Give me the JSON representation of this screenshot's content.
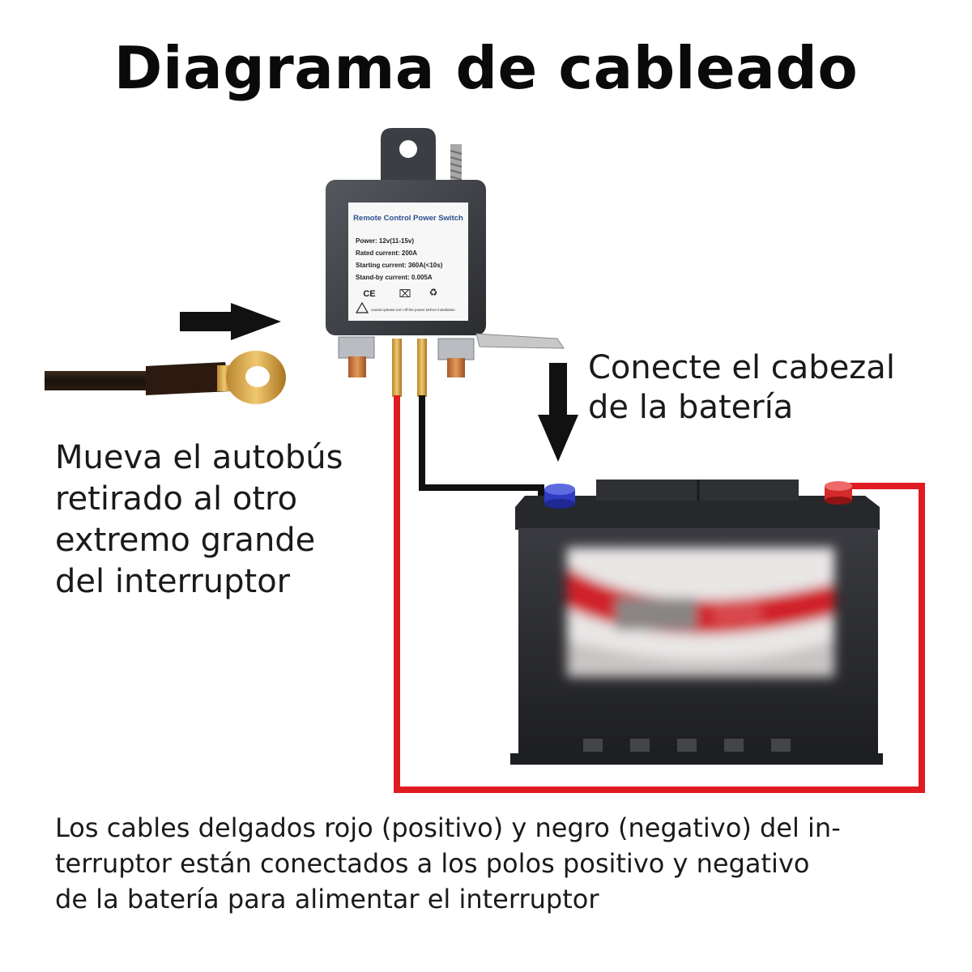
{
  "title": "Diagrama de cableado",
  "switch_label": {
    "heading": "Remote Control Power Switch",
    "specs": [
      "Power: 12v(11-15v)",
      "Rated current: 200A",
      "Starting current: 360A(<10s)",
      "Stand-by current: 0.005A"
    ],
    "cert_marks": [
      "CE",
      "⌧",
      "♻"
    ],
    "caution": "caution:please turn off the power before installation"
  },
  "notes": {
    "left": [
      "Mueva el autobús",
      "retirado al otro",
      "extremo grande",
      "del interruptor"
    ],
    "right": [
      "Conecte el cabezal",
      "de la batería"
    ],
    "bottom": [
      "Los cables delgados rojo (positivo) y negro (negativo) del in-",
      "terruptor están conectados a los polos positivo y negativo",
      "de la batería para alimentar el interruptor"
    ]
  },
  "colors": {
    "wire_positive": "#e01b22",
    "wire_negative": "#111111",
    "switch_body": "#3a3d42",
    "battery_body": "#2b2c30",
    "terminal_negative": "#2e3cc4",
    "terminal_positive": "#d42a2a",
    "copper": "#c8733a"
  }
}
